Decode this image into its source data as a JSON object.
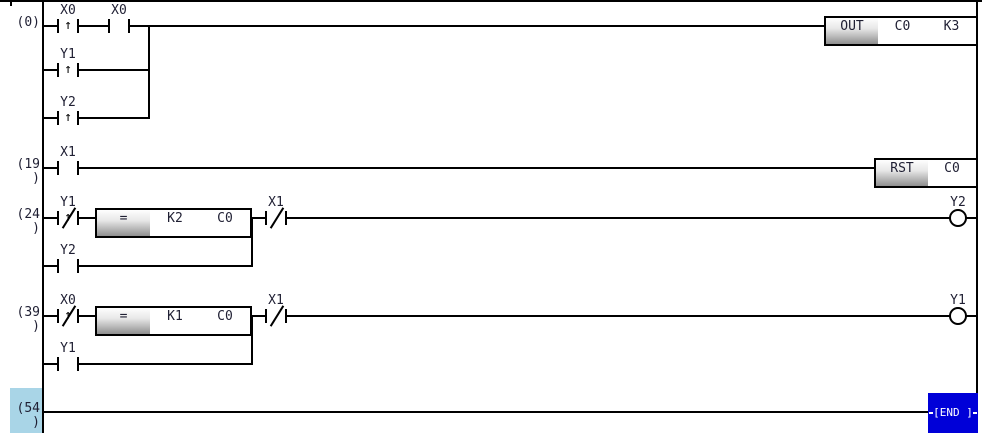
{
  "app": {
    "view": "ladder-diagram-editor"
  },
  "colors": {
    "wire": "#000000",
    "device_text": "#1f1f33",
    "instruction_gradient_top": "#fefefe",
    "instruction_gradient_bottom": "#8f8f8f",
    "selection_fill": "#0000d8",
    "selection_text": "#ffffff",
    "step_highlight": "#a9d5e7",
    "background": "#ffffff"
  },
  "ladder": {
    "rungs": [
      {
        "step": "(0)",
        "contact1": "X0",
        "contact2": "X0",
        "branch1": "Y1",
        "branch2": "Y2",
        "out": {
          "mnemonic": "OUT",
          "device": "C0",
          "value": "K3"
        }
      },
      {
        "step": "(19\n)",
        "contact1": "X1",
        "rst": {
          "mnemonic": "RST",
          "device": "C0"
        }
      },
      {
        "step": "(24\n)",
        "contact1": "Y1",
        "compare": {
          "mnemonic": "=",
          "operand1": "K2",
          "operand2": "C0"
        },
        "contact2": "X1",
        "branch1": "Y2",
        "coil": "Y2"
      },
      {
        "step": "(39\n)",
        "contact1": "X0",
        "compare": {
          "mnemonic": "=",
          "operand1": "K1",
          "operand2": "C0"
        },
        "contact2": "X1",
        "branch1": "Y1",
        "coil": "Y1"
      },
      {
        "step": "(54\n)",
        "end": {
          "label": "[END ]"
        }
      }
    ]
  }
}
